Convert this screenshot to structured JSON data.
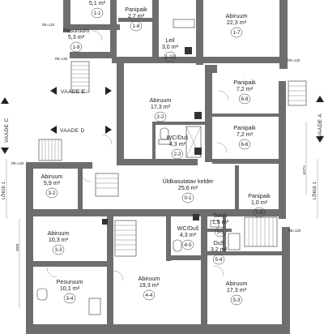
{
  "rooms": [
    {
      "id": "r1_1",
      "name": "",
      "area": "5,1 m²",
      "num": "1-1"
    },
    {
      "id": "r1_8",
      "name": "Panipaik",
      "area": "2,7 m²",
      "num": "1-8"
    },
    {
      "id": "r1_7",
      "name": "Abiruum",
      "area": "22,3 m²",
      "num": "1-7"
    },
    {
      "id": "r1_9",
      "name": "Pesuruum",
      "area": "5,3 m²",
      "num": "1-9"
    },
    {
      "id": "r1_10",
      "name": "Leil",
      "area": "3,0 m²",
      "num": "1-10"
    },
    {
      "id": "r2_2",
      "name": "Abiruum",
      "area": "17,3 m²",
      "num": "2-2"
    },
    {
      "id": "r2_3",
      "name": "WC/Duš",
      "area": "4,3 m²",
      "num": "2-3"
    },
    {
      "id": "r6_8",
      "name": "Panipaik",
      "area": "7,2 m²",
      "num": "6-8"
    },
    {
      "id": "r6_6",
      "name": "Panipaik",
      "area": "7,2 m²",
      "num": "6-6"
    },
    {
      "id": "r3_2",
      "name": "Abiruum",
      "area": "5,9 m²",
      "num": "3-2"
    },
    {
      "id": "r0_1",
      "name": "Üldkasutatav kelder",
      "area": "25,6 m²",
      "num": "0-1"
    },
    {
      "id": "r7_5",
      "name": "Panipaik",
      "area": "1,0 m²",
      "num": "7-5"
    },
    {
      "id": "r3_3",
      "name": "Abiruum",
      "area": "10,3 m²",
      "num": "3-3"
    },
    {
      "id": "r4_5",
      "name": "WC/Duš",
      "area": "4,3 m²",
      "num": "4-5"
    },
    {
      "id": "r5_5",
      "name": "Saun",
      "area": "1,5 m²",
      "num": "5-5"
    },
    {
      "id": "r5_4",
      "name": "Duš",
      "area": "3,2 m²",
      "num": "5-4"
    },
    {
      "id": "r3_4",
      "name": "Pesuruum",
      "area": "10,1 m²",
      "num": "3-4"
    },
    {
      "id": "r4_4",
      "name": "Abiruum",
      "area": "19,3 m²",
      "num": "4-4"
    },
    {
      "id": "r5_3",
      "name": "Abiruum",
      "area": "17,3 m²",
      "num": "5-3"
    }
  ],
  "views": {
    "e": "VAADE E",
    "d": "VAADE D",
    "c": "VAADE C",
    "a": "VAADE A"
  },
  "loige": {
    "left": "LÕIGE 1",
    "right": "LÕIGE 1"
  },
  "levels": {
    "re120_top": "RE=120",
    "re120_b": "RE=120",
    "re120_l": "RE=120",
    "re120_r": "RE=120",
    "re120_m": "RE=120"
  },
  "dims": {
    "d1": "2809",
    "d2": "10274"
  }
}
